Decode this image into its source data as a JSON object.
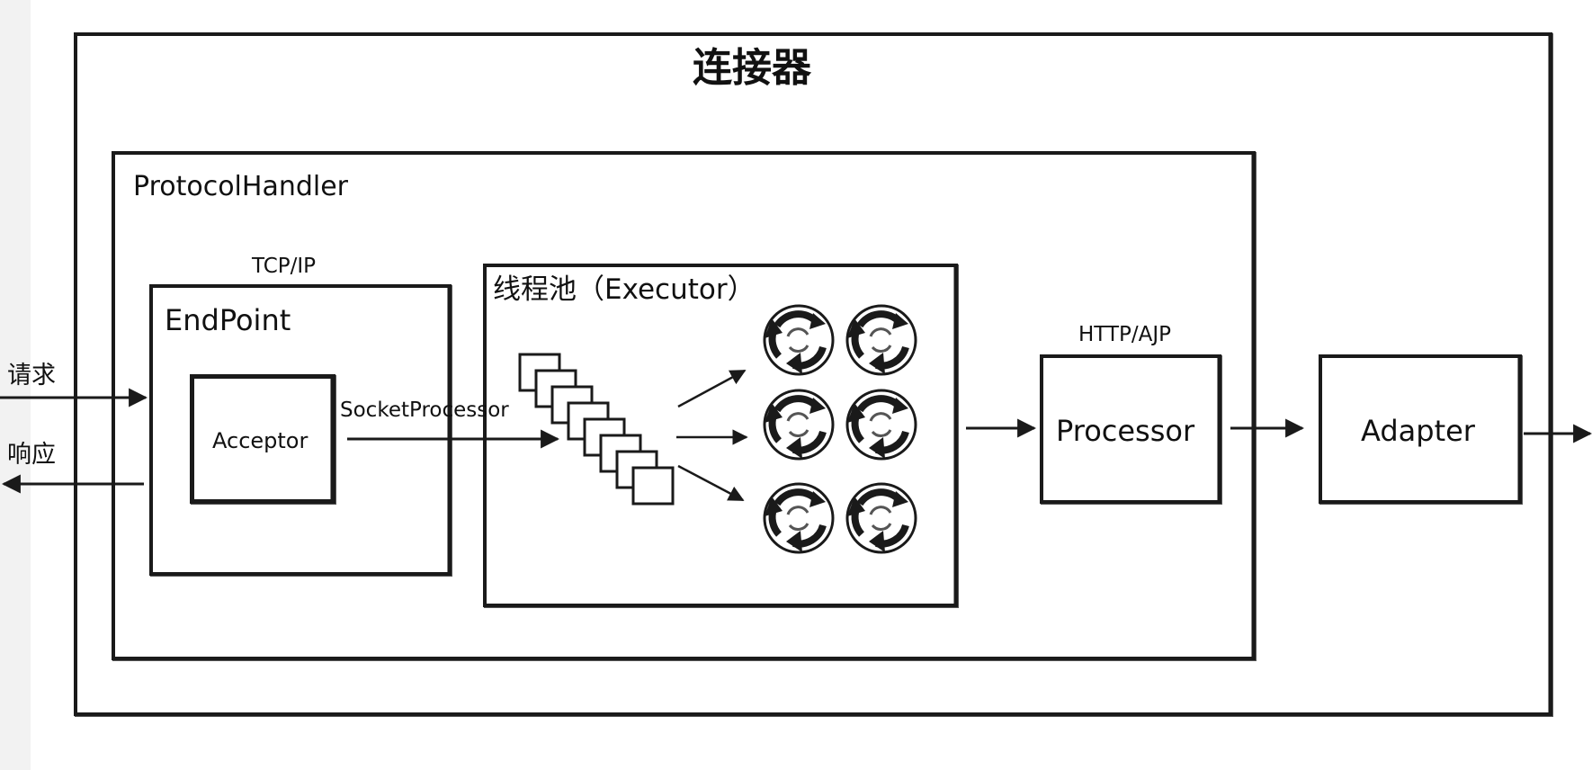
{
  "connector": {
    "title": "连接器"
  },
  "protocol_handler": {
    "title": "ProtocolHandler"
  },
  "endpoint": {
    "protocol": "TCP/IP",
    "title": "EndPoint",
    "acceptor": "Acceptor"
  },
  "socket_processor": "SocketProcessor",
  "executor": {
    "title": "线程池（Executor）"
  },
  "processor": {
    "protocol": "HTTP/AJP",
    "title": "Processor"
  },
  "adapter": {
    "title": "Adapter"
  },
  "io": {
    "request": "请求",
    "response": "响应"
  },
  "colors": {
    "stroke": "#1a1a1a",
    "background": "#ffffff"
  },
  "icons": [
    "recycle-icon",
    "recycle-icon",
    "recycle-icon",
    "recycle-icon",
    "recycle-icon",
    "recycle-icon"
  ]
}
